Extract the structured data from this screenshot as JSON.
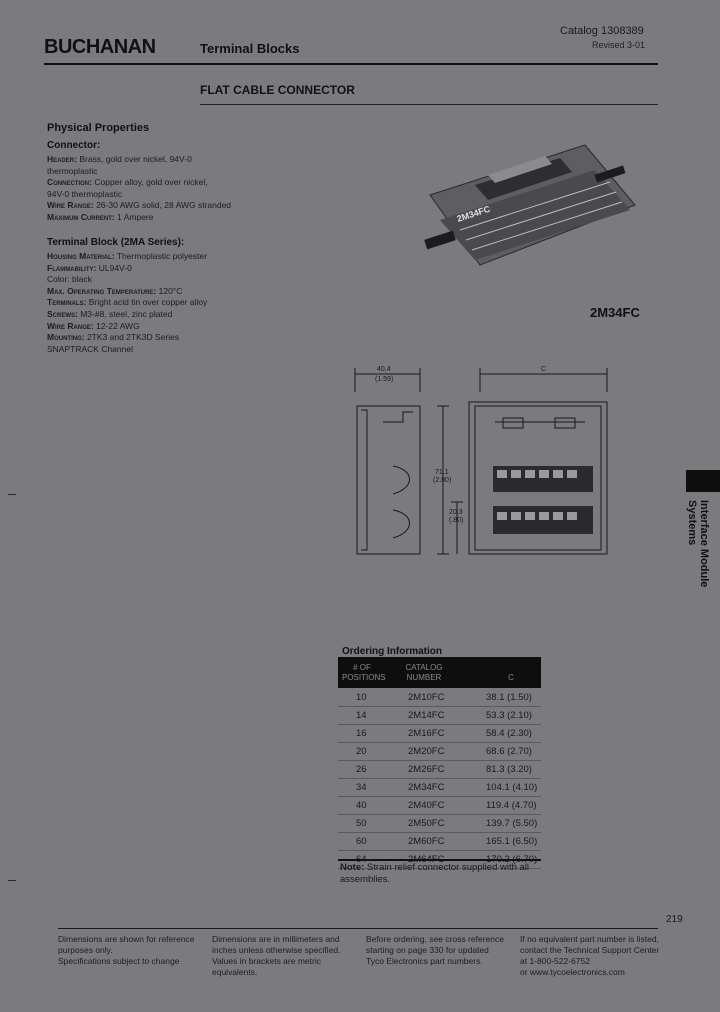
{
  "header": {
    "brand": "BUCHANAN",
    "section": "Terminal Blocks",
    "catalog": "Catalog 1308389",
    "revised": "Revised 3-01",
    "subtitle": "FLAT CABLE CONNECTOR"
  },
  "properties": {
    "heading": "Physical Properties",
    "connector": {
      "heading": "Connector:",
      "lines": [
        {
          "k": "Header:",
          "v": " Brass, gold over nickel, 94V-0"
        },
        {
          "k": "",
          "v": "thermoplastic"
        },
        {
          "k": "Connection:",
          "v": " Copper alloy, gold over nickel,"
        },
        {
          "k": "",
          "v": "94V-0 thermoplastic"
        },
        {
          "k": "Wire Range:",
          "v": " 26-30 AWG solid, 28 AWG stranded"
        },
        {
          "k": "Maximum Current:",
          "v": " 1 Ampere"
        }
      ]
    },
    "terminal_block": {
      "heading": "Terminal Block (2MA Series):",
      "lines": [
        {
          "k": "Housing Material:",
          "v": " Thermoplastic polyester"
        },
        {
          "k": "Flammability:",
          "v": " UL94V-0"
        },
        {
          "k": "",
          "v": "Color: black"
        },
        {
          "k": "Max. Operating Temperature:",
          "v": " 120°C"
        },
        {
          "k": "Terminals:",
          "v": " Bright acid tin over copper alloy"
        },
        {
          "k": "Screws:",
          "v": " M3-#8, steel, zinc plated"
        },
        {
          "k": "Wire Range:",
          "v": " 12-22 AWG"
        },
        {
          "k": "Mounting:",
          "v": " 2TK3 and 2TK3D Series"
        },
        {
          "k": "",
          "v": "SNAPTRACK Channel"
        }
      ]
    }
  },
  "photo": {
    "label": "2M34FC",
    "print": "2M34FC"
  },
  "drawing": {
    "dim_width": "40.4",
    "dim_width_in": "(1.59)",
    "dim_height": "71.1",
    "dim_height_in": "(2.80)",
    "dim_small": "20.3",
    "dim_small_in": "(.80)",
    "dim_c": "C"
  },
  "side_tab": "Interface Module Systems",
  "ordering": {
    "title": "Ordering Information",
    "col1": "# OF POSITIONS",
    "col2": "CATALOG NUMBER",
    "col3": "C",
    "rows": [
      {
        "pos": "10",
        "num": "2M10FC",
        "c": "38.1 (1.50)"
      },
      {
        "pos": "14",
        "num": "2M14FC",
        "c": "53.3 (2.10)"
      },
      {
        "pos": "16",
        "num": "2M16FC",
        "c": "58.4 (2.30)"
      },
      {
        "pos": "20",
        "num": "2M20FC",
        "c": "68.6 (2.70)"
      },
      {
        "pos": "26",
        "num": "2M26FC",
        "c": "81.3 (3.20)"
      },
      {
        "pos": "34",
        "num": "2M34FC",
        "c": "104.1 (4.10)"
      },
      {
        "pos": "40",
        "num": "2M40FC",
        "c": "119.4 (4.70)"
      },
      {
        "pos": "50",
        "num": "2M50FC",
        "c": "139.7 (5.50)"
      },
      {
        "pos": "60",
        "num": "2M60FC",
        "c": "165.1 (6.50)"
      },
      {
        "pos": "64",
        "num": "2M64FC",
        "c": "170.2 (6.70)"
      }
    ],
    "note_label": "Note:",
    "note_text": " Strain relief connector supplied with all assemblies."
  },
  "page_number": "219",
  "footer": {
    "col1": [
      "Dimensions are shown for reference",
      "purposes only.",
      "Specifications subject to change"
    ],
    "col2": [
      "Dimensions are in millimeters and",
      "inches unless otherwise specified.",
      "Values in brackets are metric",
      "equivalents."
    ],
    "col3": [
      "Before ordering, see cross reference",
      "starting on page 330 for updated",
      "Tyco Electronics part numbers."
    ],
    "col4": [
      "If no equivalent part number is listed,",
      "contact the Technical Support Center",
      "at 1-800-522-6752",
      "or www.tycoelectronics.com"
    ]
  }
}
